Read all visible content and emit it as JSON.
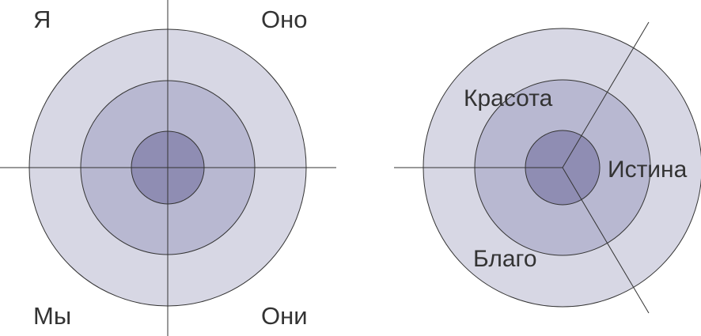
{
  "left_diagram": {
    "quadrants": {
      "top_left": "Я",
      "top_right": "Оно",
      "bottom_left": "Мы",
      "bottom_right": "Они"
    }
  },
  "right_diagram": {
    "sectors": {
      "upper": "Красота",
      "right": "Истина",
      "lower": "Благо"
    }
  },
  "colors": {
    "outer_ring": "#d7d7e4",
    "middle_ring": "#b8b8d1",
    "inner_circle": "#8f8db3",
    "stroke": "#333333",
    "text": "#333333"
  }
}
